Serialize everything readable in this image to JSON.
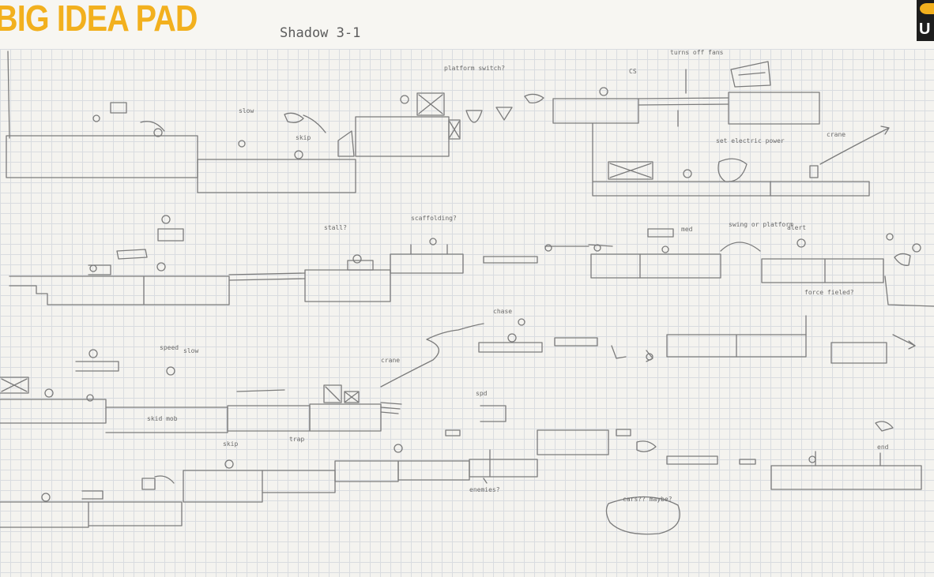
{
  "pad": {
    "brand_title": "BIG IDEA PAD",
    "logo_letter": "U"
  },
  "sketch": {
    "heading": "Shadow 3-1",
    "notes": [
      "turns off fans",
      "CS",
      "platform switch?",
      "crane",
      "set electric power",
      "slow",
      "skip",
      "stall?",
      "scaffolding?",
      "med",
      "alert",
      "swing or platform",
      "force fieled?",
      "chase",
      "speed",
      "slow",
      "crane",
      "spd",
      "skid mob",
      "skip",
      "trap",
      "cars?? maybe?",
      "enemies?",
      "end"
    ]
  }
}
